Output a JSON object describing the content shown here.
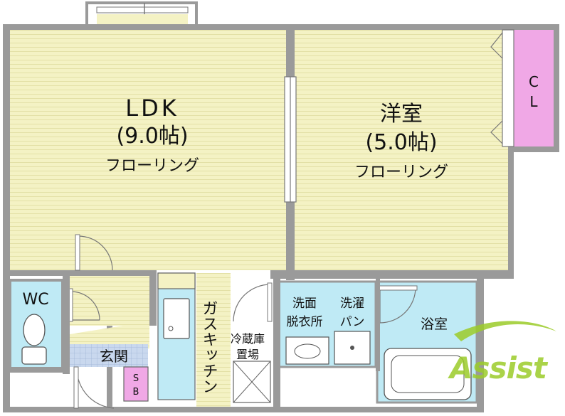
{
  "rooms": {
    "ldk": {
      "name": "LDK",
      "size": "(9.0帖)",
      "floor": "フローリング"
    },
    "western": {
      "name": "洋室",
      "size": "(5.0帖)",
      "floor": "フローリング"
    },
    "closet": {
      "line1": "C",
      "line2": "L"
    },
    "wc": {
      "name": "WC"
    },
    "washroom": {
      "line1": "洗面",
      "line2": "脱衣所"
    },
    "laundry_pan": {
      "line1": "洗濯",
      "line2": "パン"
    },
    "bathroom": {
      "name": "浴室"
    },
    "entrance": {
      "name": "玄関"
    },
    "shoe_box": {
      "line1": "S",
      "line2": "B"
    },
    "gas_kitchen": {
      "label": "ガスキッチン"
    },
    "fridge": {
      "line1": "冷蔵庫",
      "line2": "置場"
    }
  },
  "logo": {
    "text": "Assist",
    "color": "#9ccc2a"
  },
  "colors": {
    "floor": "#f3f1c2",
    "closet": "#f0a8e6",
    "wet_area": "#bfeaf5",
    "entrance_tile": "#c9d8ee",
    "wall": "#9a9a9a"
  }
}
